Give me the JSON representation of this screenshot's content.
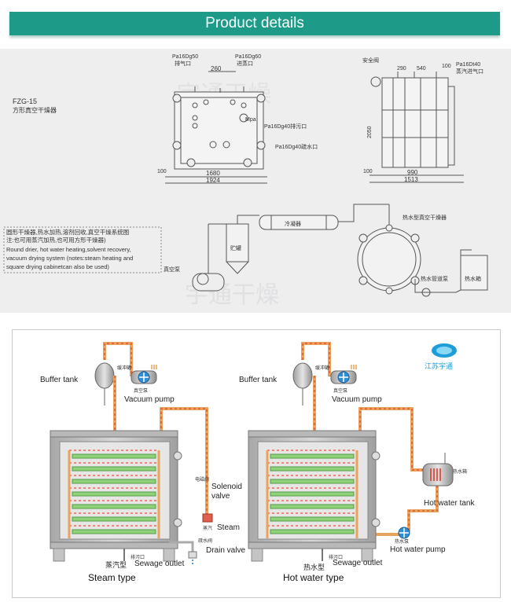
{
  "header": {
    "title": "Product details"
  },
  "drawing": {
    "model": "FZG-15",
    "model_cn": "方形真空干燥器",
    "port_exhaust": "Pa16Dg50",
    "port_exhaust_cn": "排气口",
    "port_inlet": "Pa16Dg60",
    "port_inlet_cn": "进蒸口",
    "dim_260": "260",
    "gauge": "Mpa",
    "port_sewage": "Pa16Dg40排污口",
    "port_drain": "Pa16Dg40疏水口",
    "dim_100": "100",
    "dim_1680": "1680",
    "dim_1924": "1924",
    "side_safety_cn": "安全阀",
    "side_290": "290",
    "side_540": "540",
    "side_100": "100",
    "side_port": "Pa16Dt40",
    "side_port_cn": "蒸汽进气口",
    "side_height": "2050",
    "side_990": "990",
    "side_1513": "1513",
    "side_100b": "100",
    "desc_cn_1": "圆形干燥器,热水加热,溶剂回收,真空干燥系统图",
    "desc_cn_2": "注:也可用蒸汽加热,也可用方形干燥器)",
    "desc_en_1": "Round drier, hot water heating,solvent recovery,",
    "desc_en_2": "vacuum drying system (notes:steam heating and",
    "desc_en_3": "square drying cabinetcan also be used)",
    "vacuum_pump_cn": "真空泵",
    "storage_tank_cn": "贮罐",
    "condenser_cn": "冷凝器",
    "hw_dryer_cn": "热水型真空干燥器",
    "hw_pump_cn": "热水管道泵",
    "hw_tank_cn": "热水箱",
    "watermark": "宇通干燥"
  },
  "schematic": {
    "brand_cn": "江苏宇通",
    "left": {
      "buffer_tank": "Buffer tank",
      "buffer_cn": "缓冲罐",
      "vacuum_pump_cn": "真空泵",
      "vacuum_pump": "Vacuum pump",
      "solenoid_cn": "电磁阀",
      "solenoid": "Solenoid valve",
      "solenoid_l1": "Solenoid",
      "solenoid_l2": "valve",
      "steam_cn": "蒸汽",
      "steam": "Steam",
      "drain_cn": "疏水阀",
      "drain": "Drain valve",
      "sewage_cn": "排污口",
      "sewage": "Sewage outlet",
      "type_cn": "蒸汽型",
      "type": "Steam type"
    },
    "right": {
      "buffer_tank": "Buffer tank",
      "buffer_cn": "缓冲罐",
      "vacuum_pump_cn": "真空泵",
      "vacuum_pump": "Vacuum pump",
      "hw_tank_cn": "热水箱",
      "hw_tank": "Hot water tank",
      "hw_pump_cn": "热水泵",
      "hw_pump": "Hot water pump",
      "sewage_cn": "排污口",
      "sewage": "Sewage outlet",
      "type_cn": "热水型",
      "type": "Hot water type"
    }
  },
  "colors": {
    "banner": "#1d9b88",
    "pipe": "#e8a35c",
    "pipe_dash": "#e03020",
    "shelf": "#8fd27a",
    "tank": "#b0b0b0"
  }
}
